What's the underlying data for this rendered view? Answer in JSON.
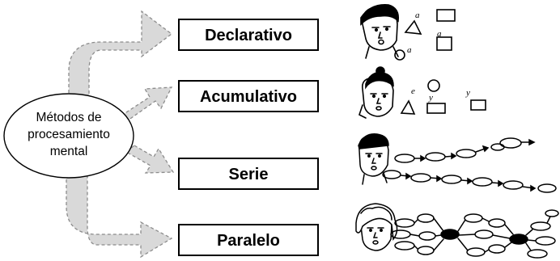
{
  "center": {
    "lines": [
      "Métodos de",
      "procesamiento",
      "mental"
    ]
  },
  "methods": [
    {
      "label": "Declarativo",
      "icon": "face-with-scattered-symbols-icon"
    },
    {
      "label": "Acumulativo",
      "icon": "face-with-grouped-symbols-icon"
    },
    {
      "label": "Serie",
      "icon": "face-with-serial-chains-icon"
    },
    {
      "label": "Paralelo",
      "icon": "face-with-parallel-network-icon"
    }
  ],
  "symbols": {
    "a": "a",
    "e": "e",
    "y": "y"
  },
  "colors": {
    "arrow_fill": "#d9d9d9",
    "arrow_stroke": "#8c8c8c",
    "ink": "#000000"
  }
}
